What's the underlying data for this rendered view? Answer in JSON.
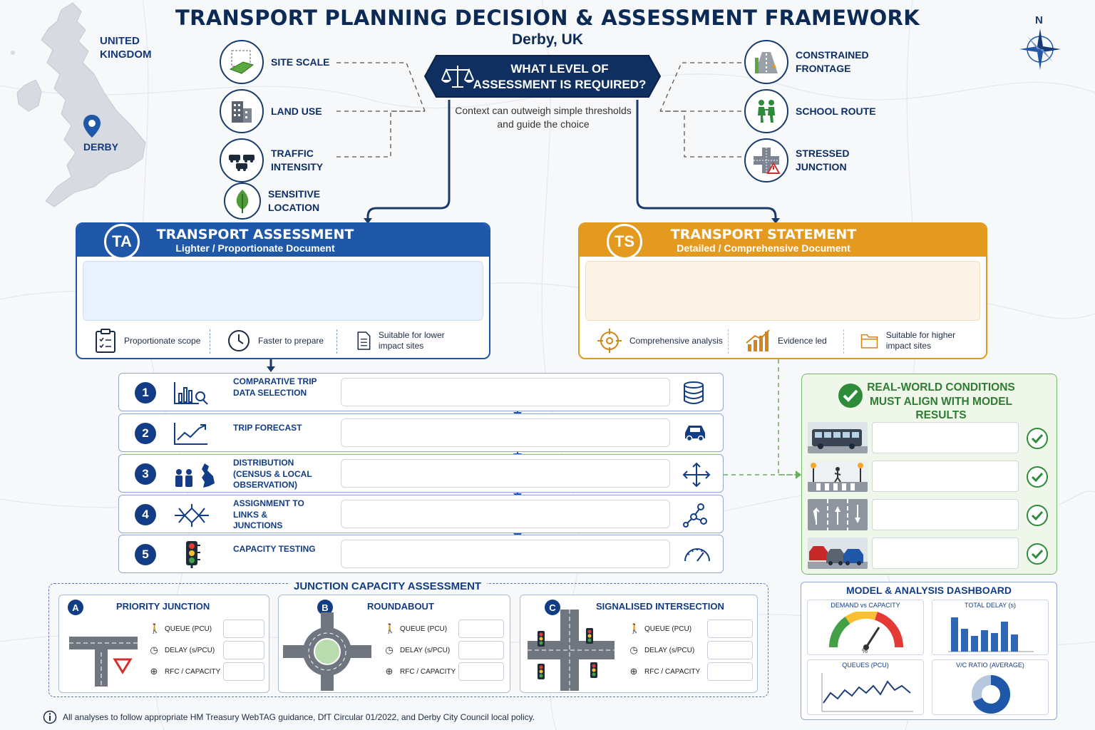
{
  "header": {
    "title": "TRANSPORT PLANNING DECISION & ASSESSMENT FRAMEWORK",
    "subtitle": "Derby, UK"
  },
  "map": {
    "country": "UNITED KINGDOM",
    "city": "DERBY",
    "compass": "N"
  },
  "question": {
    "text": "WHAT LEVEL OF ASSESSMENT IS REQUIRED?",
    "note": "Context can outweigh simple thresholds and guide the choice"
  },
  "factors_left": [
    {
      "label": "SITE SCALE",
      "icon": "site-scale-icon"
    },
    {
      "label": "LAND USE",
      "icon": "building-icon"
    },
    {
      "label": "TRAFFIC INTENSITY",
      "icon": "cars-icon"
    },
    {
      "label": "SENSITIVE LOCATION",
      "icon": "leaf-icon"
    }
  ],
  "factors_right": [
    {
      "label": "CONSTRAINED FRONTAGE",
      "icon": "road-constraint-icon"
    },
    {
      "label": "SCHOOL ROUTE",
      "icon": "children-icon"
    },
    {
      "label": "STRESSED JUNCTION",
      "icon": "junction-warning-icon"
    }
  ],
  "ta": {
    "badge": "TA",
    "title": "TRANSPORT ASSESSMENT",
    "subtitle": "Lighter / Proportionate Document",
    "features": [
      "Proportionate scope",
      "Faster to prepare",
      "Suitable for lower impact sites"
    ],
    "color": "#1f58a8"
  },
  "ts": {
    "badge": "TS",
    "title": "TRANSPORT STATEMENT",
    "subtitle": "Detailed / Comprehensive Document",
    "features": [
      "Comprehensive analysis",
      "Evidence led",
      "Suitable for higher impact sites"
    ],
    "color": "#e49a1f"
  },
  "steps": [
    {
      "num": "1",
      "label": "COMPARATIVE TRIP DATA SELECTION"
    },
    {
      "num": "2",
      "label": "TRIP FORECAST"
    },
    {
      "num": "3",
      "label": "DISTRIBUTION (CENSUS & LOCAL OBSERVATION)"
    },
    {
      "num": "4",
      "label": "ASSIGNMENT TO LINKS & JUNCTIONS"
    },
    {
      "num": "5",
      "label": "CAPACITY TESTING"
    }
  ],
  "real_world": {
    "title": "REAL-WORLD CONDITIONS MUST ALIGN WITH MODEL RESULTS",
    "color": "#2e7d32"
  },
  "junctions": {
    "title": "JUNCTION CAPACITY ASSESSMENT",
    "metrics": [
      "QUEUE (PCU)",
      "DELAY (s/PCU)",
      "RFC / CAPACITY"
    ],
    "items": [
      {
        "badge": "A",
        "title": "PRIORITY JUNCTION"
      },
      {
        "badge": "B",
        "title": "ROUNDABOUT"
      },
      {
        "badge": "C",
        "title": "SIGNALISED INTERSECTION"
      }
    ]
  },
  "dashboard": {
    "title": "MODEL & ANALYSIS DASHBOARD",
    "cards": [
      "DEMAND vs CAPACITY",
      "TOTAL DELAY (s)",
      "QUEUES (PCU)",
      "V/C RATIO (AVERAGE)"
    ],
    "gauge_unit": "%"
  },
  "footer": {
    "text": "All analyses to follow appropriate HM Treasury WebTAG guidance, DfT Circular 01/2022, and Derby City Council local policy."
  }
}
